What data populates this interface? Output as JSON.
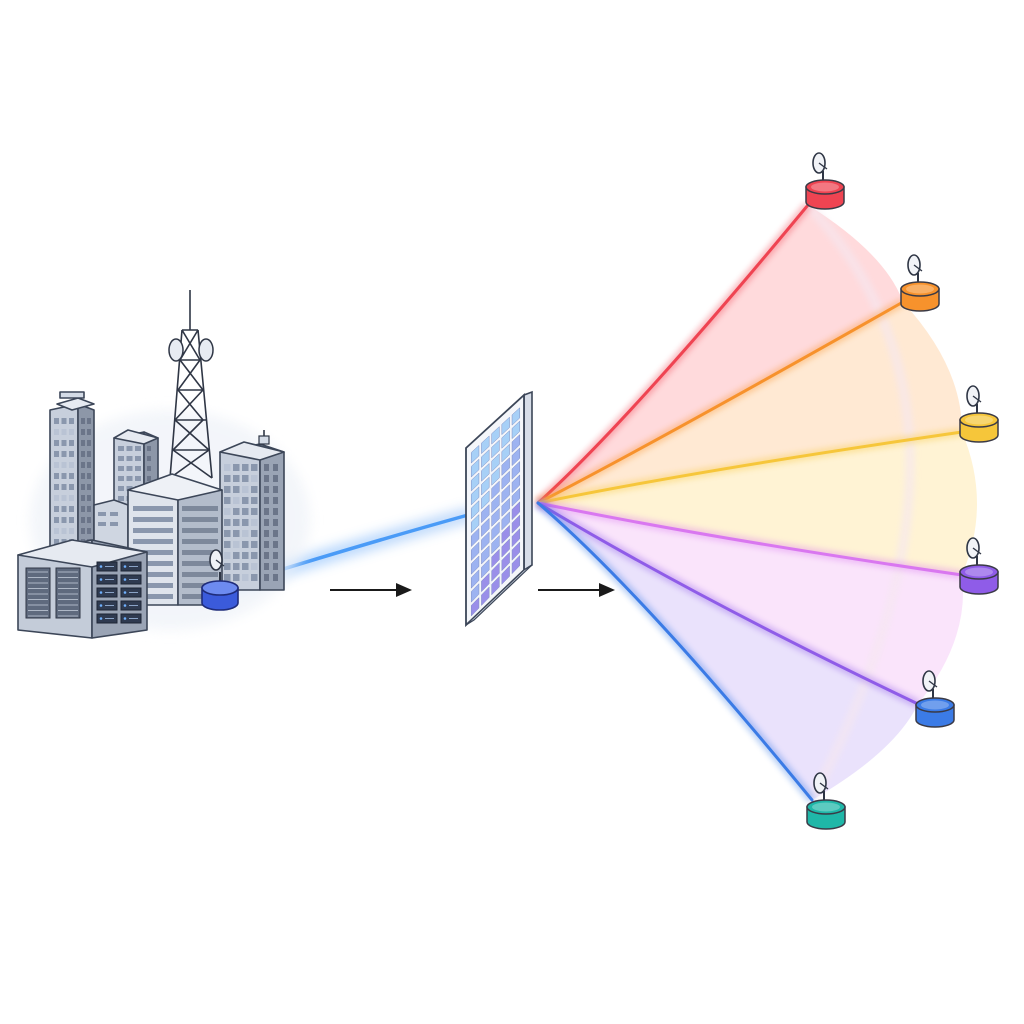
{
  "colors": {
    "source_beam": "#3d8bf0",
    "source_node": "#3b5bdb",
    "panel_cell_light": "#9cc6f5",
    "panel_cell_dark": "#8e86e6",
    "arrow": "#1a1a1a",
    "building_light": "#e6eaf1",
    "building_mid": "#c7cfdc",
    "building_dark": "#8d97a8"
  },
  "icons": {
    "city": "city-buildings-icon",
    "tower": "transmission-tower-icon",
    "datacenter": "server-rack-icon",
    "source": "source-antenna-node-icon",
    "surface": "reflecting-surface-panel-icon",
    "receiver": "receiver-antenna-node-icon",
    "arrow": "flow-arrow-icon"
  },
  "receivers": [
    {
      "id": "rx-red",
      "color": "#ef4452"
    },
    {
      "id": "rx-orange",
      "color": "#f7922c"
    },
    {
      "id": "rx-yellow",
      "color": "#f6c63a"
    },
    {
      "id": "rx-magenta",
      "color": "#d977f0"
    },
    {
      "id": "rx-purple",
      "color": "#8f5ce8"
    },
    {
      "id": "rx-blue",
      "color": "#3b7be6"
    },
    {
      "id": "rx-teal",
      "color": "#1fb7a8"
    }
  ]
}
